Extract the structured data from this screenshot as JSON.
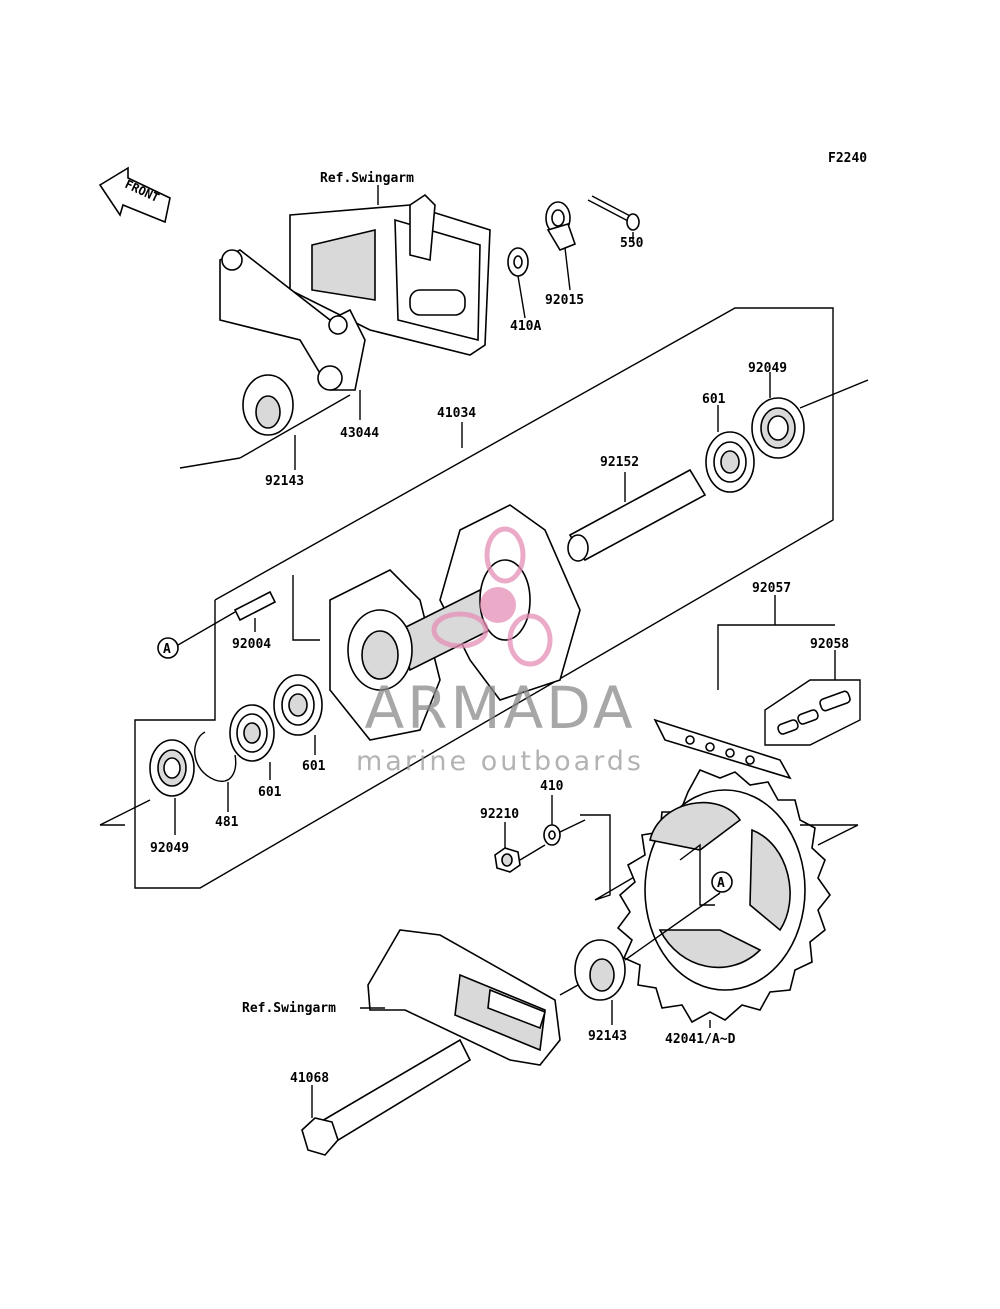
{
  "figure_code": "F2240",
  "front_label": "FRONT",
  "ref_labels": [
    "Ref.Swingarm",
    "Ref.Swingarm"
  ],
  "parts": [
    "550",
    "92015",
    "410A",
    "43044",
    "92143",
    "41034",
    "92049",
    "601",
    "92152",
    "92004",
    "92057",
    "92058",
    "601",
    "601",
    "481",
    "92049",
    "410",
    "92210",
    "92143",
    "42041/A~D",
    "41068"
  ],
  "callout": "A",
  "watermark": {
    "brand": "ARMADA",
    "tagline": "marine outboards",
    "accent": "#e58fb6"
  }
}
